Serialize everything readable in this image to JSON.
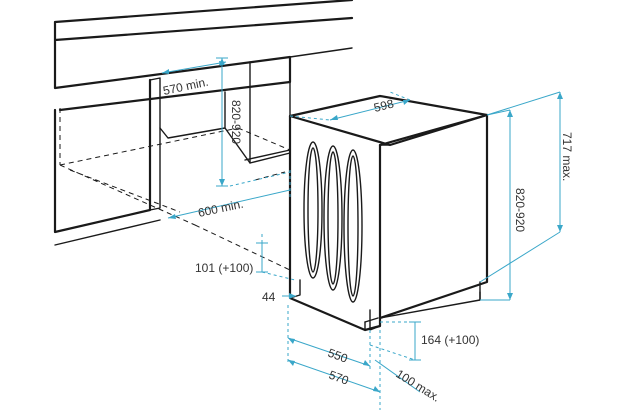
{
  "colors": {
    "outline": "#1a1a1a",
    "dimension": "#3aa7c9",
    "label": "#333333",
    "background": "#ffffff"
  },
  "labels": {
    "dim_570_min": "570 min.",
    "dim_820_920_niche": "820-920",
    "dim_600_min": "600 min.",
    "dim_598": "598",
    "dim_717_max": "717 max.",
    "dim_820_920_unit": "820-920",
    "dim_101_100": "101 (+100)",
    "dim_44": "44",
    "dim_164_100": "164 (+100)",
    "dim_550": "550",
    "dim_570": "570",
    "dim_100_max": "100 max."
  }
}
